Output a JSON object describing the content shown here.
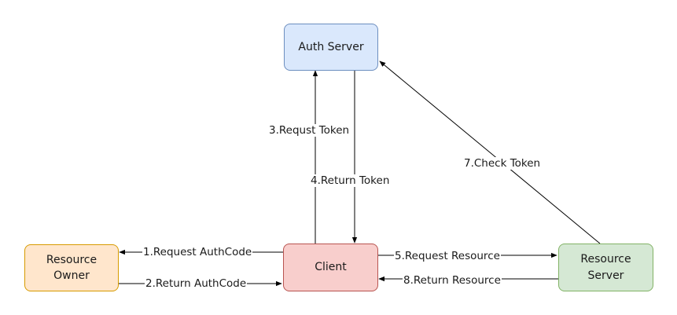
{
  "nodes": {
    "auth_server": {
      "label": "Auth Server",
      "fill": "#dae8fc",
      "stroke": "#6c8ebf"
    },
    "resource_owner": {
      "line1": "Resource",
      "line2": "Owner",
      "fill": "#ffe6cc",
      "stroke": "#d79b00"
    },
    "client": {
      "label": "Client",
      "fill": "#f8cecc",
      "stroke": "#b85450"
    },
    "resource_server": {
      "line1": "Resource",
      "line2": "Server",
      "fill": "#d5e8d4",
      "stroke": "#82b366"
    }
  },
  "edges": {
    "e1": "1.Request AuthCode",
    "e2": "2.Return AuthCode",
    "e3": "3.Requst Token",
    "e4": "4.Return Token",
    "e5": "5.Request Resource",
    "e7": "7.Check Token",
    "e8": "8.Return Resource"
  }
}
